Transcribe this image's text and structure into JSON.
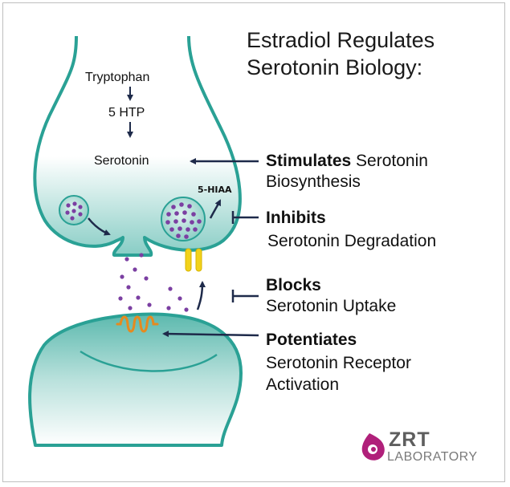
{
  "title": {
    "line1": "Estradiol Regulates",
    "line2": "Serotonin Biology:"
  },
  "pathway": {
    "step1": "Tryptophan",
    "step2": "5 HTP",
    "step3": "Serotonin"
  },
  "metabolite_label": "5-HIAA",
  "effects": [
    {
      "verb": "Stimulates",
      "rest1": " Serotonin",
      "rest2": "Biosynthesis"
    },
    {
      "verb": "Inhibits",
      "rest1": "",
      "rest2": "Serotonin Degradation"
    },
    {
      "verb": "Blocks",
      "rest1": "",
      "rest2": "Serotonin Uptake"
    },
    {
      "verb": "Potentiates",
      "rest1": "",
      "rest2": "Serotonin Receptor",
      "rest3": "Activation"
    }
  ],
  "logo": {
    "brand": "ZRT",
    "sub": "LABORATORY"
  },
  "colors": {
    "teal": "#2aa195",
    "vesicle_purple": "#7b3fa2",
    "arrow_navy": "#1e2a4a",
    "receptor_orange": "#e58a1f",
    "transporter_yellow": "#f2d21a",
    "logo_magenta": "#b0207a"
  }
}
